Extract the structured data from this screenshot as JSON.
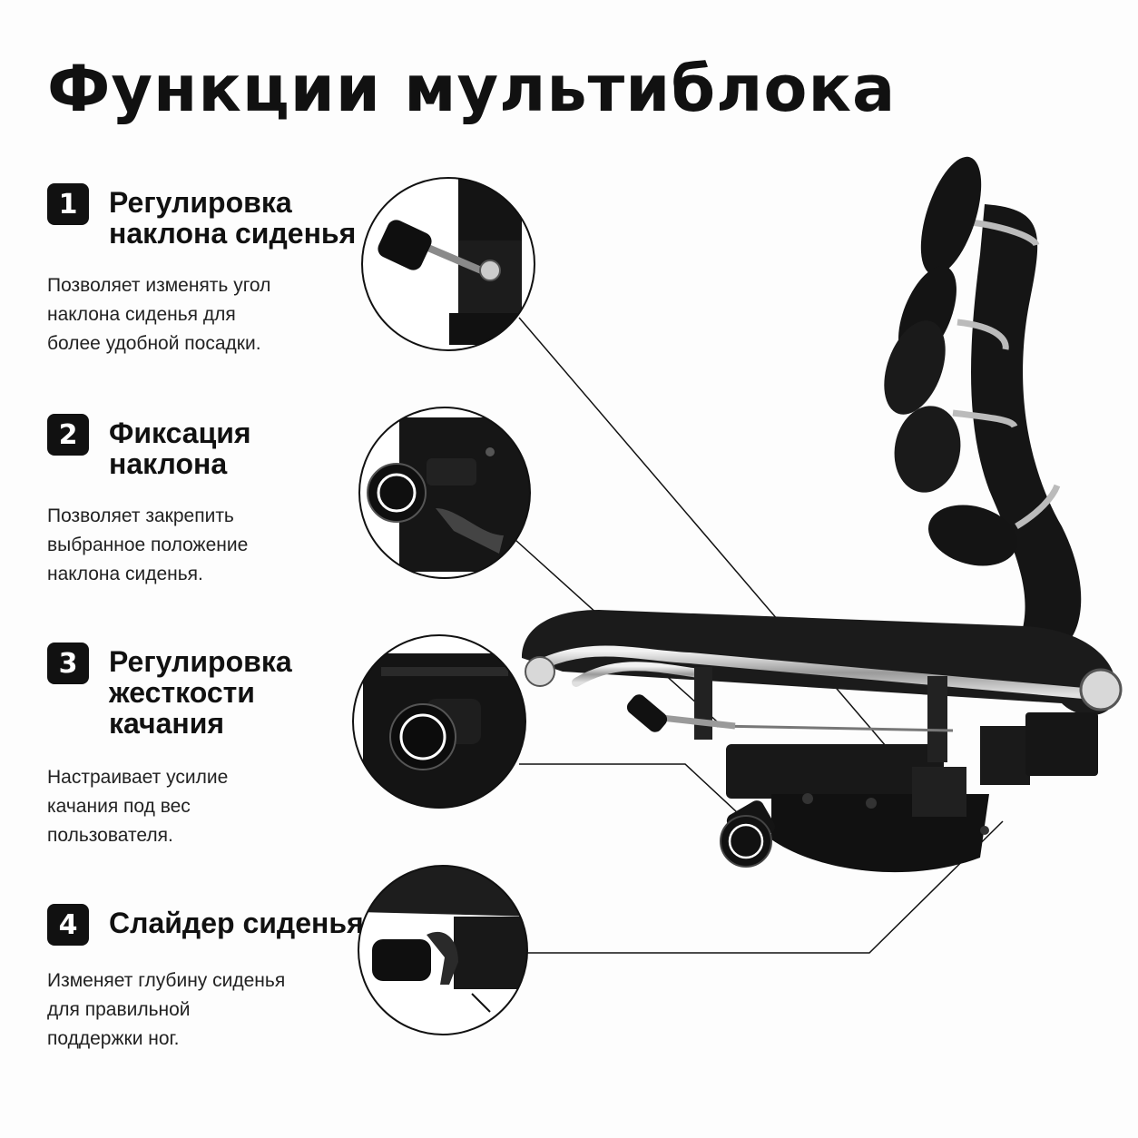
{
  "title": "Функции мультиблока",
  "features": [
    {
      "number": "1",
      "heading": "Регулировка\nнаклона сиденья",
      "description": "Позволяет изменять угол\nнаклона сиденья для\nболее удобной посадки."
    },
    {
      "number": "2",
      "heading": "Фиксация\nнаклона",
      "description": "Позволяет закрепить\nвыбранное положение\nнаклона сиденья."
    },
    {
      "number": "3",
      "heading": "Регулировка\nжесткости\nкачания",
      "description": "Настраивает усилие\nкачания под вес\nпользователя."
    },
    {
      "number": "4",
      "heading": "Слайдер сиденья",
      "description": "Изменяет глубину сиденья\nдля правильной\nподдержки ног."
    }
  ],
  "colors": {
    "background": "#fdfdfd",
    "ink": "#111111",
    "metal": "#c9c9c9"
  },
  "icons": [
    "chair-mechanism-illustration",
    "tilt-lever-closeup",
    "lock-knob-closeup",
    "tension-knob-closeup",
    "slider-lever-closeup"
  ]
}
